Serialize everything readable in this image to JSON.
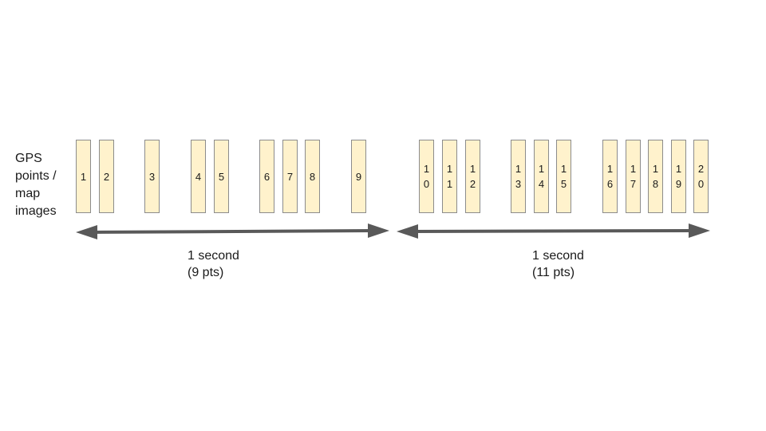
{
  "side_label": "GPS\npoints /\nmap\nimages",
  "frames": [
    "1",
    "2",
    "3",
    "4",
    "5",
    "6",
    "7",
    "8",
    "9",
    "10",
    "11",
    "12",
    "13",
    "14",
    "15",
    "16",
    "17",
    "18",
    "19",
    "20"
  ],
  "intervals": [
    {
      "caption": "1 second\n(9 pts)"
    },
    {
      "caption": "1 second\n(11 pts)"
    }
  ],
  "colors": {
    "frame_fill": "#fff2cc",
    "frame_border": "#8c8c8c",
    "arrow": "#595959"
  }
}
